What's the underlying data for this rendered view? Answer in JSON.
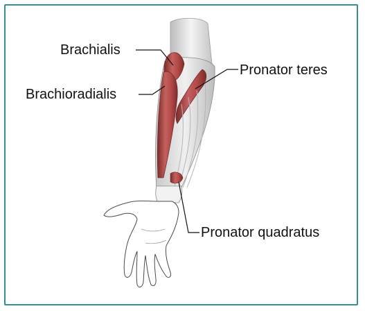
{
  "figure": {
    "labels": {
      "brachialis": "Brachialis",
      "brachioradialis": "Brachioradialis",
      "pronator_teres": "Pronator teres",
      "pronator_quadratus": "Pronator quadratus"
    },
    "colors": {
      "frame": "#2f8f95",
      "muscle": "#b8504f",
      "muscle_dark": "#8e3534",
      "tendon": "#d9d9d9",
      "outline": "#555555"
    }
  }
}
